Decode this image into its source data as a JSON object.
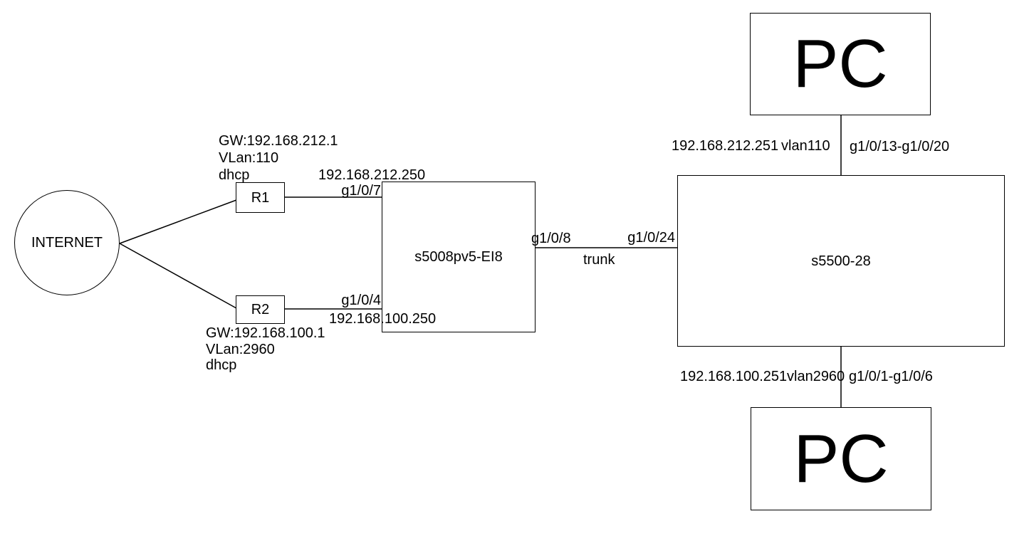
{
  "nodes": {
    "internet": {
      "label": "INTERNET"
    },
    "r1": {
      "label": "R1"
    },
    "r2": {
      "label": "R2"
    },
    "switch_small": {
      "label": "s5008pv5-EI8"
    },
    "switch_big": {
      "label": "s5500-28"
    },
    "pc_top": {
      "label": "PC"
    },
    "pc_bottom": {
      "label": "PC"
    }
  },
  "annotations": {
    "r1_gw": "GW:192.168.212.1",
    "r1_vlan": "VLan:110",
    "r1_dhcp": "dhcp",
    "r1_link_ip": "192.168.212.250",
    "r1_link_port": "g1/0/7",
    "r2_link_port": "g1/0/4",
    "r2_link_ip": "192.168.100.250",
    "r2_gw": "GW:192.168.100.1",
    "r2_vlan": "VLan:2960",
    "r2_dhcp": "dhcp",
    "trunk_left_port": "g1/0/8",
    "trunk_label": "trunk",
    "trunk_right_port": "g1/0/24",
    "pc_top_ip": "192.168.212.251",
    "pc_top_vlan": "vlan110",
    "pc_top_ports": "g1/0/13-g1/0/20",
    "pc_bottom_ip": "192.168.100.251",
    "pc_bottom_vlan": "vlan2960",
    "pc_bottom_ports": "g1/0/1-g1/0/6"
  },
  "colors": {
    "background": "#ffffff",
    "line": "#000000",
    "text": "#000000"
  }
}
